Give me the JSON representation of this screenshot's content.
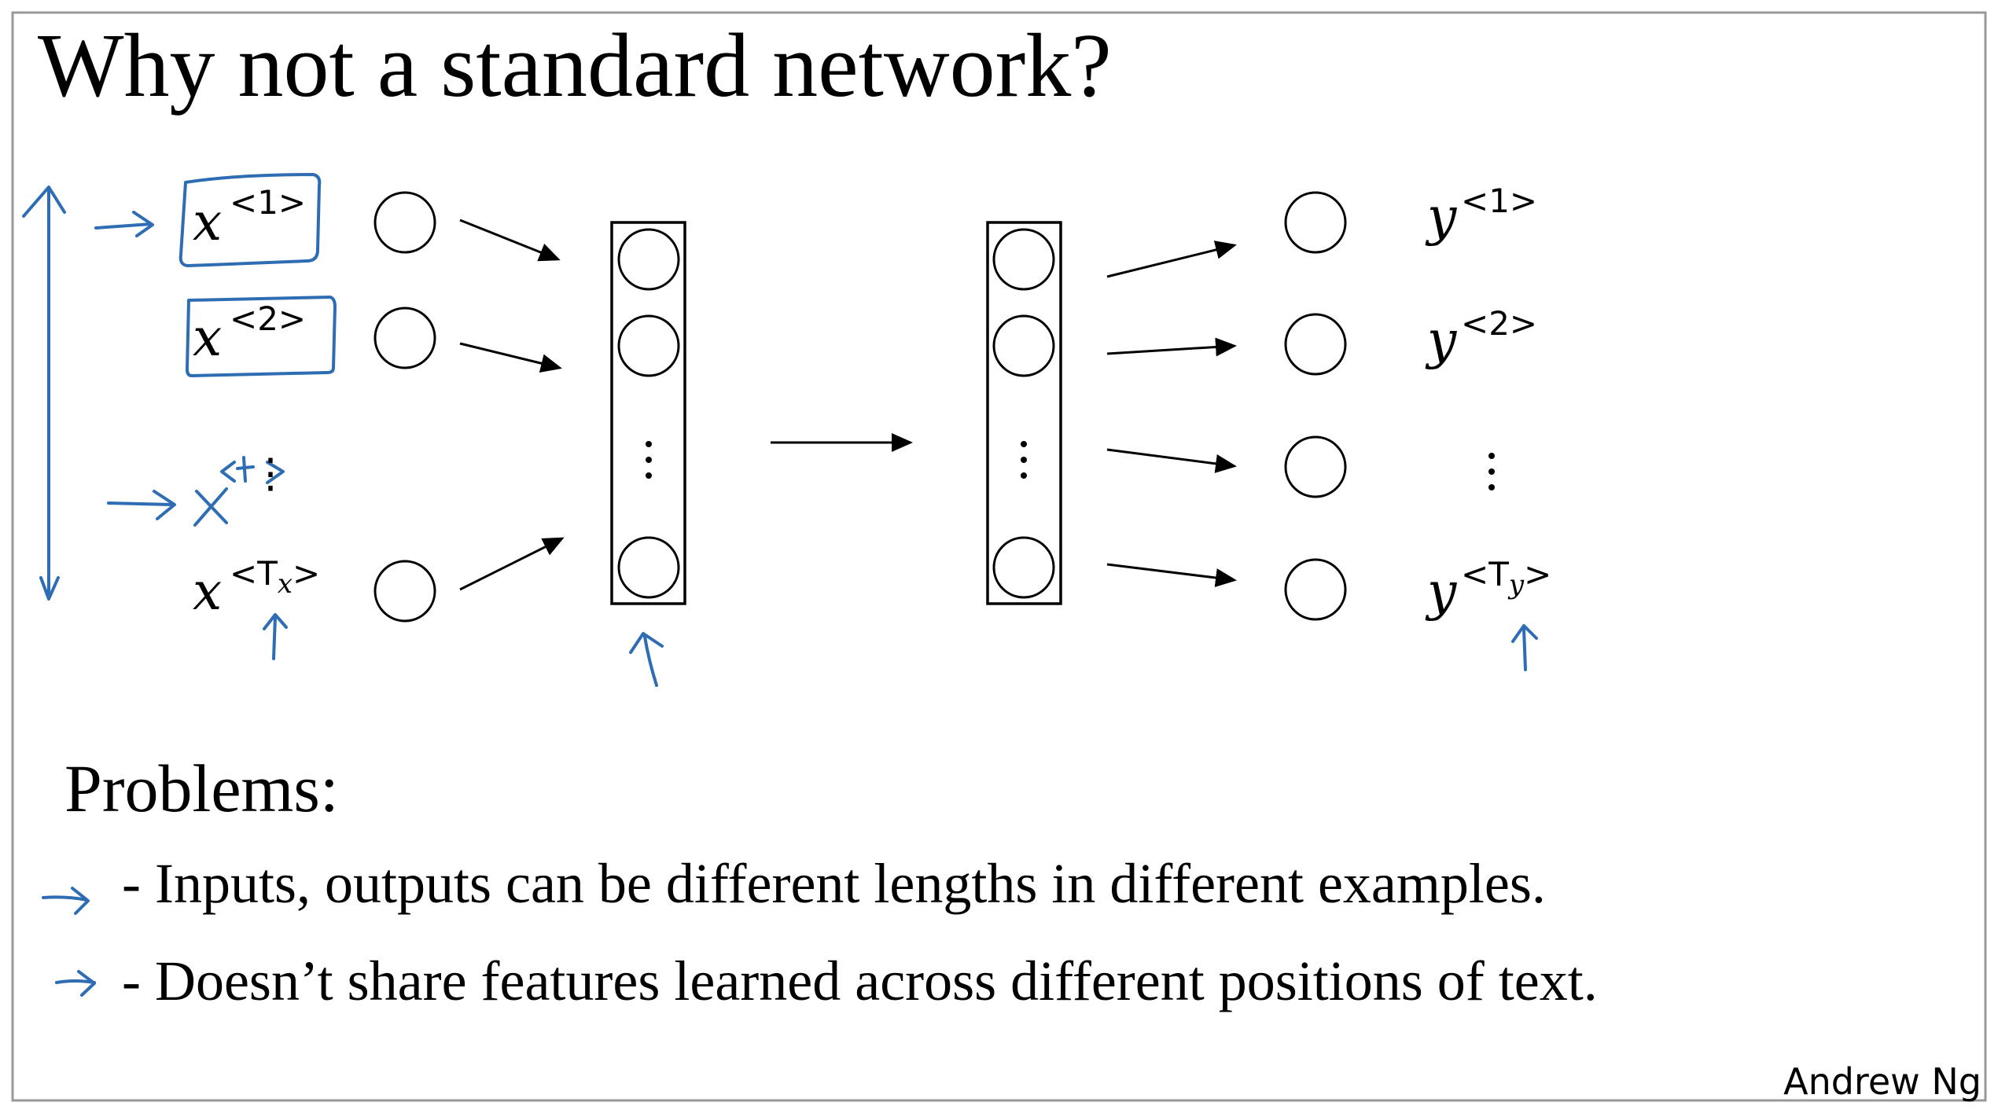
{
  "title": "Why not a standard network?",
  "inputs": [
    {
      "base": "x",
      "sup": "<1>"
    },
    {
      "base": "x",
      "sup": "<2>"
    },
    {
      "base": "x",
      "sup": "<Tx>",
      "sup_pre": "<T",
      "sup_sub": "x",
      "sup_post": ">"
    }
  ],
  "outputs": [
    {
      "base": "y",
      "sup": "<1>"
    },
    {
      "base": "y",
      "sup": "<2>"
    },
    {
      "base": "y",
      "sup": "<Ty>",
      "sup_pre": "<T",
      "sup_sub": "y",
      "sup_post": ">"
    }
  ],
  "vertical_dots": "⋮",
  "handwritten": {
    "input_t_base": "x",
    "input_t_sup": "<t>"
  },
  "problems_heading": "Problems:",
  "problems": [
    "- Inputs, outputs can be different lengths in different examples.",
    "- Doesn’t share features learned across different positions of text."
  ],
  "author": "Andrew Ng",
  "colors": {
    "ink": "#000000",
    "annotation": "#2e6db4",
    "border": "#999999"
  }
}
